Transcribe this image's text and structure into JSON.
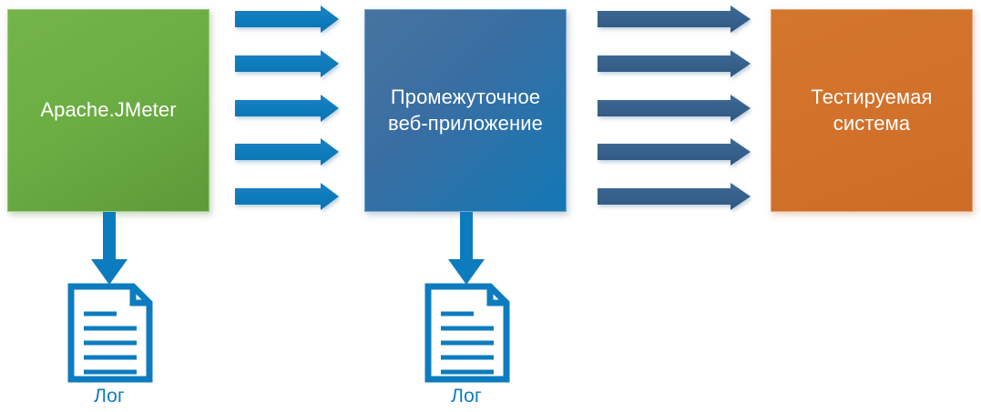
{
  "diagram": {
    "title": "Apache JMeter load testing architecture",
    "type": "flow-diagram",
    "colors": {
      "jmeter_box": "#6cae44",
      "middleware_box": "#3a6ea2",
      "sut_box": "#d2712a",
      "request_arrow": "#0d7cbf",
      "backend_arrow": "#36608a",
      "log_icon": "#0d7cbf",
      "log_label": "#0d7cbf",
      "box_text": "#ffffff",
      "background": "#ffffff"
    },
    "nodes": [
      {
        "id": "jmeter",
        "label": "Apache.JMeter"
      },
      {
        "id": "middleware",
        "label": "Промежуточное веб-приложение"
      },
      {
        "id": "sut",
        "label": "Тестируемая система"
      }
    ],
    "arrow_groups": [
      {
        "id": "jmeter-to-middleware",
        "from": "jmeter",
        "to": "middleware",
        "count": 5,
        "color": "#0d7cbf",
        "direction": "right"
      },
      {
        "id": "middleware-to-sut",
        "from": "middleware",
        "to": "sut",
        "count": 5,
        "color": "#36608a",
        "direction": "right"
      }
    ],
    "logs": [
      {
        "id": "jmeter-log",
        "source": "jmeter",
        "icon": "document-icon",
        "label": "Лог",
        "line_count": 5
      },
      {
        "id": "middleware-log",
        "source": "middleware",
        "icon": "document-icon",
        "label": "Лог",
        "line_count": 5
      }
    ]
  }
}
